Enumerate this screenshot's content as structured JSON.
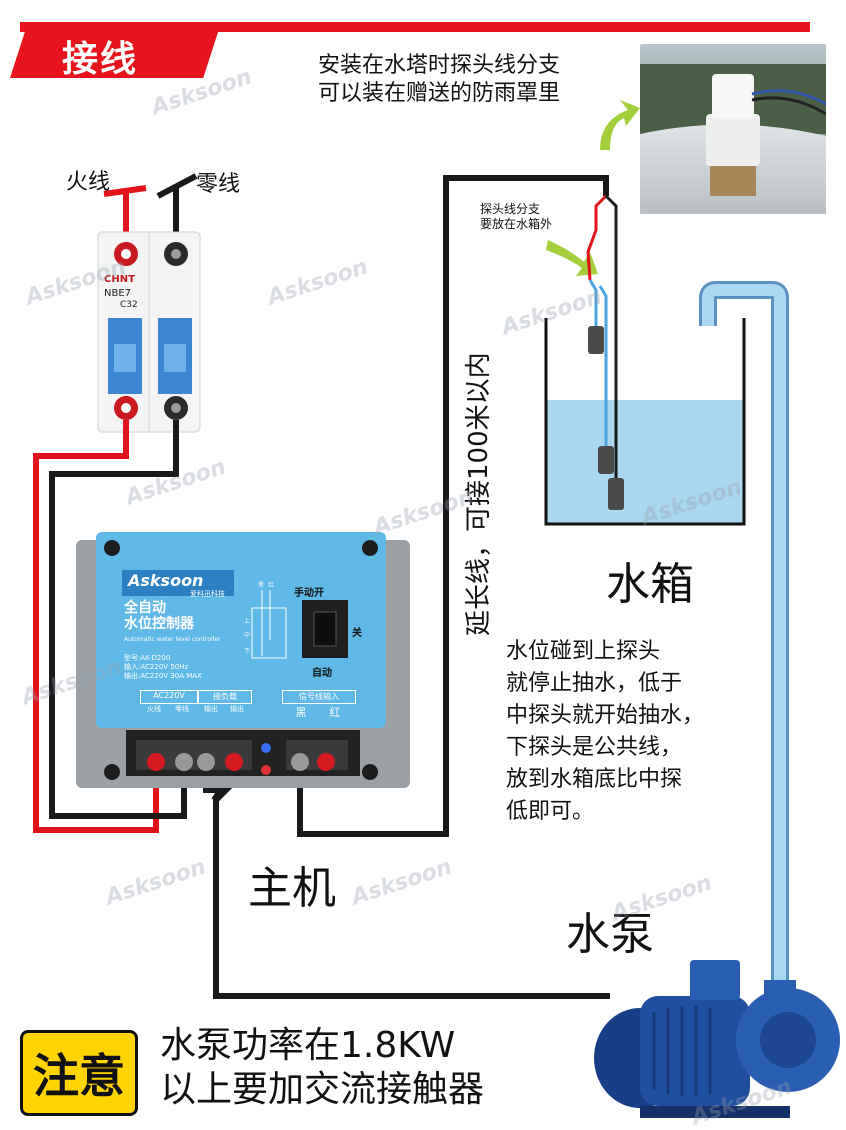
{
  "header": {
    "title": "接线"
  },
  "notes": {
    "tower_line1": "安装在水塔时探头线分支",
    "tower_line2": "可以装在赠送的防雨罩里",
    "branch_line1": "探头线分支",
    "branch_line2": "要放在水箱外",
    "extension": "延长线，可接100米以内",
    "level_desc": "水位碰到上探头\n就停止抽水，低于\n中探头就开始抽水，\n下探头是公共线，\n放到水箱底比中探\n低即可。"
  },
  "labels": {
    "live": "火线",
    "neutral": "零线",
    "tank": "水箱",
    "host": "主机",
    "pump": "水泵"
  },
  "breaker": {
    "brand": "CHNT",
    "model": "NBE7",
    "rating": "C32"
  },
  "controller": {
    "brand": "Asksoon",
    "brand_cn": "爱科迅科技",
    "title_line1": "全自动",
    "title_line2": "水位控制器",
    "subtitle": "Automatic water level controller",
    "model": "型号:AK-D200",
    "input": "输入:AC220V 50Hz",
    "output": "输出:AC220V 30A MAX",
    "switch_on": "手动开",
    "switch_off": "关",
    "switch_auto": "自动",
    "term_ac": "AC220V",
    "term_live": "火线",
    "term_neutral": "零线",
    "term_load": "接负载",
    "term_out1": "输出",
    "term_out2": "输出",
    "term_signal": "信号线输入",
    "term_black": "黑",
    "term_red": "红",
    "probe_top": "上",
    "probe_mid": "中",
    "probe_bottom": "下",
    "probe_black": "黑",
    "probe_red": "红"
  },
  "warning": {
    "badge": "注意",
    "text": "水泵功率在1.8KW\n以上要加交流接触器"
  },
  "watermark": {
    "text": "Asksoon"
  },
  "colors": {
    "accent_red": "#e8141c",
    "wire_red": "#e2141b",
    "wire_black": "#1a1a1a",
    "water": "#a9d6f0",
    "pipe": "#8ec8ea",
    "controller_blue": "#5fb8e6",
    "warning_yellow": "#ffd400"
  }
}
